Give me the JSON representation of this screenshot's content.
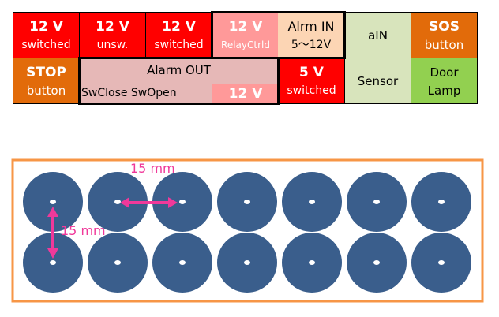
{
  "top_row": [
    {
      "title": "12 V",
      "sub": "switched"
    },
    {
      "title": "12 V",
      "sub": "unsw."
    },
    {
      "title": "12 V",
      "sub": "switched"
    },
    {
      "title": "12 V",
      "sub": "RelayCtrld"
    },
    {
      "title": "Alrm IN",
      "sub": "5～12V"
    },
    {
      "title": "aIN"
    },
    {
      "title": "SOS",
      "sub": "button"
    }
  ],
  "bottom_row": {
    "stop": {
      "title": "STOP",
      "sub": "button"
    },
    "alarm_out": {
      "title": "Alarm OUT",
      "sub": "SwClose SwOpen",
      "voltage": "12 V"
    },
    "five_v": {
      "title": "5 V",
      "sub": "switched"
    },
    "sensor": {
      "title": "Sensor"
    },
    "door": {
      "title": "Door",
      "sub": "Lamp"
    }
  },
  "layout_diagram": {
    "rows": 2,
    "cols": 7,
    "horizontal_spacing_label": "15 mm",
    "vertical_spacing_label": "15 mm",
    "colors": {
      "circle": "#3a5e8c",
      "arrow": "#f0399a",
      "frame": "#f79646"
    }
  }
}
